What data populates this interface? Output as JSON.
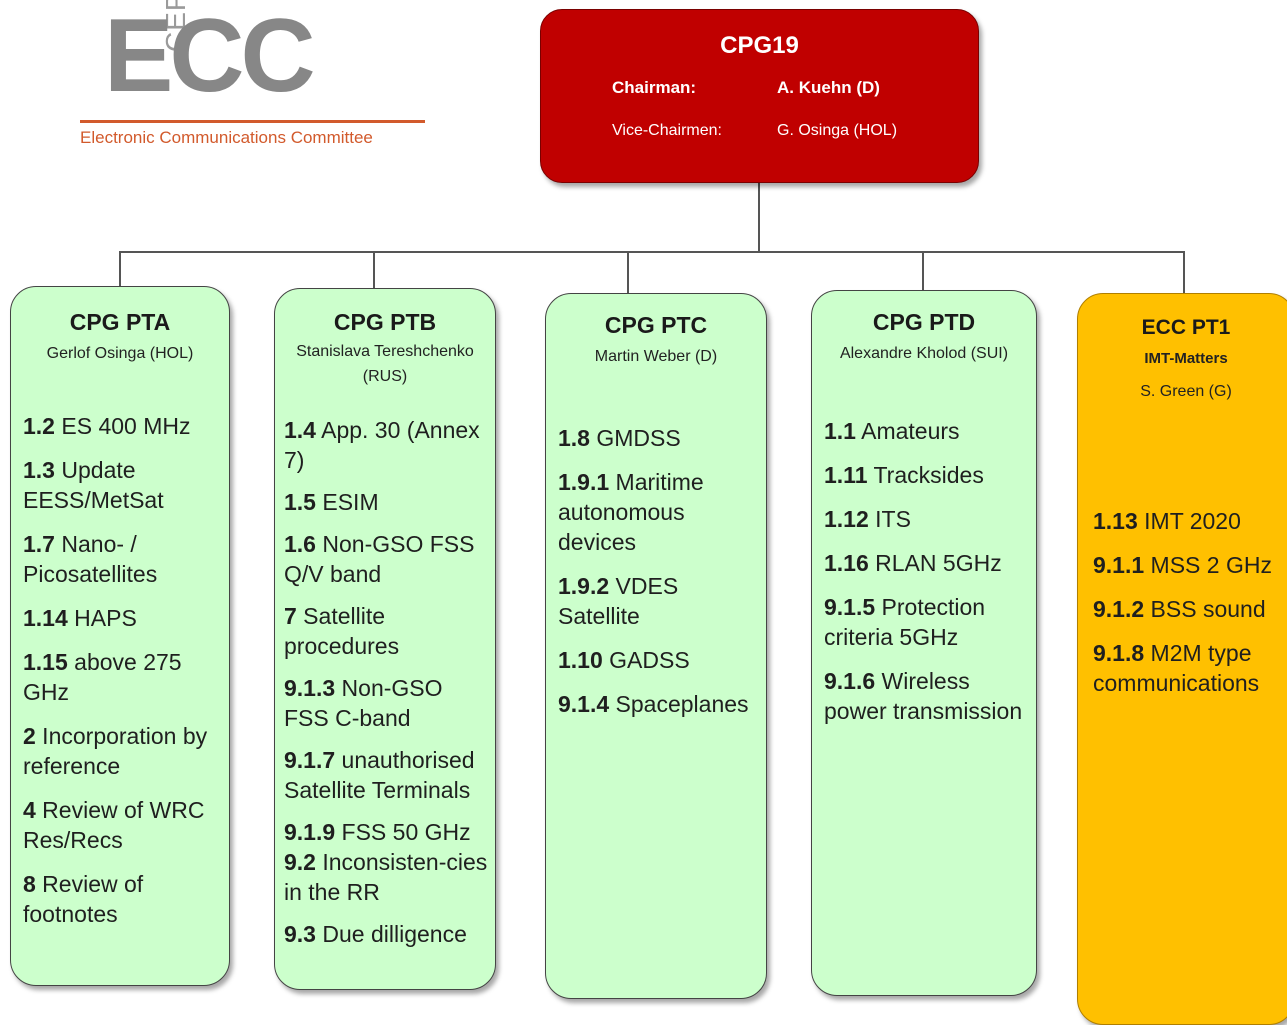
{
  "logo": {
    "cept": "CEPT",
    "ecc": "ECC",
    "full_name": "Electronic Communications Committee"
  },
  "top": {
    "title": "CPG19",
    "chair_label": "Chairman:",
    "chair_name": "A. Kuehn (D)",
    "vice_label": "Vice-Chairmen:",
    "vice_name": "G. Osinga (HOL)"
  },
  "groups": [
    {
      "title": "CPG PTA",
      "chair": "Gerlof Osinga (HOL)",
      "items": [
        {
          "num": "1.2",
          "text": " ES 400 MHz"
        },
        {
          "num": "1.3",
          "text": " Update EESS/MetSat"
        },
        {
          "num": "1.7",
          "text": " Nano- / Picosatellites"
        },
        {
          "num": "1.14",
          "text": " HAPS"
        },
        {
          "num": "1.15",
          "text": " above 275 GHz"
        },
        {
          "num": "2",
          "text": " Incorporation by reference"
        },
        {
          "num": "4",
          "text": " Review of WRC Res/Recs"
        },
        {
          "num": "8",
          "text": " Review of footnotes"
        }
      ]
    },
    {
      "title": "CPG PTB",
      "chair": "Stanislava Tereshchenko (RUS)",
      "items": [
        {
          "num": "1.4",
          "text": " App. 30 (Annex 7)"
        },
        {
          "num": "1.5",
          "text": " ESIM"
        },
        {
          "num": "1.6",
          "text": " Non-GSO FSS Q/V band"
        },
        {
          "num": "7",
          "text": " Satellite procedures"
        },
        {
          "num": "9.1.3",
          "text": " Non-GSO FSS C-band"
        },
        {
          "num": "9.1.7",
          "text": " unauthorised Satellite Terminals"
        },
        {
          "num": "9.1.9",
          "text": " FSS 50 GHz"
        },
        {
          "num": "9.2",
          "text": " Inconsisten-cies in the RR"
        },
        {
          "num": "9.3",
          "text": " Due dilligence"
        }
      ]
    },
    {
      "title": "CPG PTC",
      "chair": "Martin Weber (D)",
      "items": [
        {
          "num": "1.8",
          "text": " GMDSS"
        },
        {
          "num": "1.9.1",
          "text": " Maritime autonomous devices"
        },
        {
          "num": "1.9.2",
          "text": " VDES Satellite"
        },
        {
          "num": "1.10",
          "text": " GADSS"
        },
        {
          "num": "9.1.4",
          "text": " Spaceplanes"
        }
      ]
    },
    {
      "title": "CPG PTD",
      "chair": "Alexandre Kholod (SUI)",
      "items": [
        {
          "num": "1.1",
          "text": " Amateurs"
        },
        {
          "num": "1.11",
          "text": " Tracksides"
        },
        {
          "num": "1.12",
          "text": " ITS"
        },
        {
          "num": "1.16",
          "text": " RLAN 5GHz"
        },
        {
          "num": "9.1.5",
          "text": " Protection criteria 5GHz"
        },
        {
          "num": "9.1.6",
          "text": " Wireless power transmission"
        }
      ]
    },
    {
      "title": "ECC PT1",
      "subtitle": "IMT-Matters",
      "chair": "S. Green (G)",
      "items": [
        {
          "num": "1.13",
          "text": " IMT 2020"
        },
        {
          "num": "9.1.1",
          "text": " MSS 2 GHz"
        },
        {
          "num": "9.1.2",
          "text": " BSS sound"
        },
        {
          "num": "9.1.8",
          "text": " M2M type communications"
        }
      ]
    }
  ],
  "colors": {
    "top_box": "#c00000",
    "group_green": "#ccffcc",
    "group_orange": "#ffc000",
    "logo_gray": "#878787",
    "logo_orange": "#d25a2c"
  }
}
